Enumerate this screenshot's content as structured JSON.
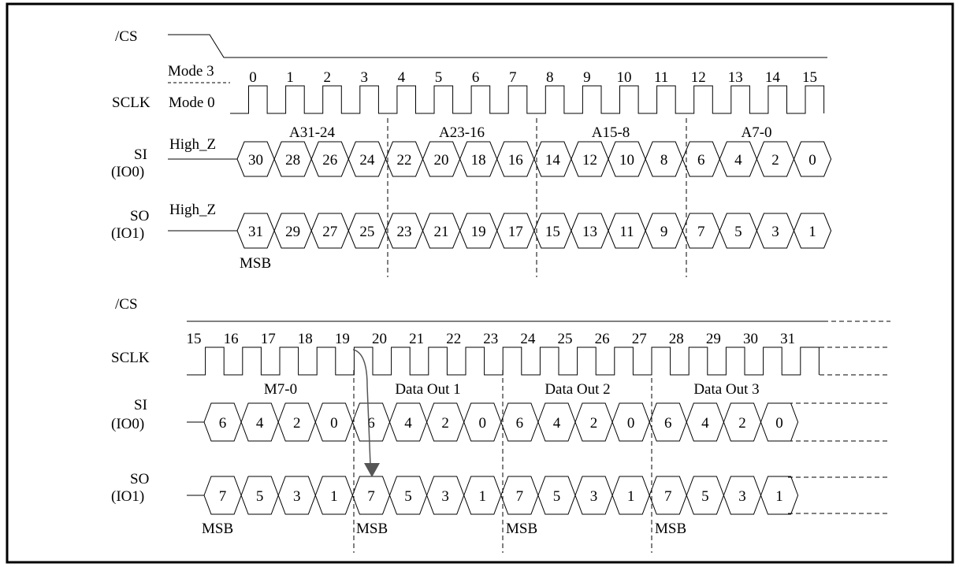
{
  "upper": {
    "cs_label": "/CS",
    "mode3_label": "Mode 3",
    "mode0_label": "Mode 0",
    "sclk_label": "SCLK",
    "clock_numbers": [
      "0",
      "1",
      "2",
      "3",
      "4",
      "5",
      "6",
      "7",
      "8",
      "9",
      "10",
      "11",
      "12",
      "13",
      "14",
      "15"
    ],
    "si_label": "SI",
    "si_sub": "(IO0)",
    "so_label": "SO",
    "so_sub": "(IO1)",
    "high_z_si": "High_Z",
    "high_z_so": "High_Z",
    "groups": [
      "A31-24",
      "A23-16",
      "A15-8",
      "A7-0"
    ],
    "si_values": [
      "30",
      "28",
      "26",
      "24",
      "22",
      "20",
      "18",
      "16",
      "14",
      "12",
      "10",
      "8",
      "6",
      "4",
      "2",
      "0"
    ],
    "so_values": [
      "31",
      "29",
      "27",
      "25",
      "23",
      "21",
      "19",
      "17",
      "15",
      "13",
      "11",
      "9",
      "7",
      "5",
      "3",
      "1"
    ],
    "msb": "MSB"
  },
  "lower": {
    "cs_label": "/CS",
    "sclk_label": "SCLK",
    "clock_numbers": [
      "15",
      "16",
      "17",
      "18",
      "19",
      "20",
      "21",
      "22",
      "23",
      "24",
      "25",
      "26",
      "27",
      "28",
      "29",
      "30",
      "31"
    ],
    "si_label": "SI",
    "si_sub": "(IO0)",
    "so_label": "SO",
    "so_sub": "(IO1)",
    "groups": [
      "M7-0",
      "Data Out 1",
      "Data Out 2",
      "Data Out 3"
    ],
    "si_values": [
      "6",
      "4",
      "2",
      "0",
      "6",
      "4",
      "2",
      "0",
      "6",
      "4",
      "2",
      "0",
      "6",
      "4",
      "2",
      "0"
    ],
    "so_values": [
      "7",
      "5",
      "3",
      "1",
      "7",
      "5",
      "3",
      "1",
      "7",
      "5",
      "3",
      "1",
      "7",
      "5",
      "3",
      "1"
    ],
    "msb_labels": [
      "MSB",
      "MSB",
      "MSB",
      "MSB"
    ]
  }
}
